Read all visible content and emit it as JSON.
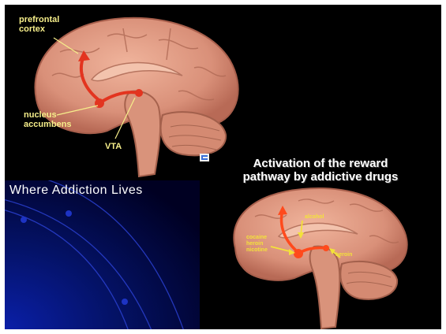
{
  "diagram_top": {
    "label_prefrontal": "prefrontal\ncortex",
    "label_nucleus": "nucleus\naccumbens",
    "label_vta": "VTA"
  },
  "diagram_bottom": {
    "title": "Activation of the reward\npathway by addictive drugs",
    "label_alcohol": "alcohol",
    "label_drugs": "cocaine\nheroin\nnicotine",
    "label_heroin": "heroin"
  },
  "slide": {
    "title": "Where Addiction Lives"
  },
  "colors": {
    "brain": "#e6a088",
    "pathway": "#e3341f",
    "label": "#f6ee8a"
  },
  "icons": [
    "logo-icon"
  ]
}
